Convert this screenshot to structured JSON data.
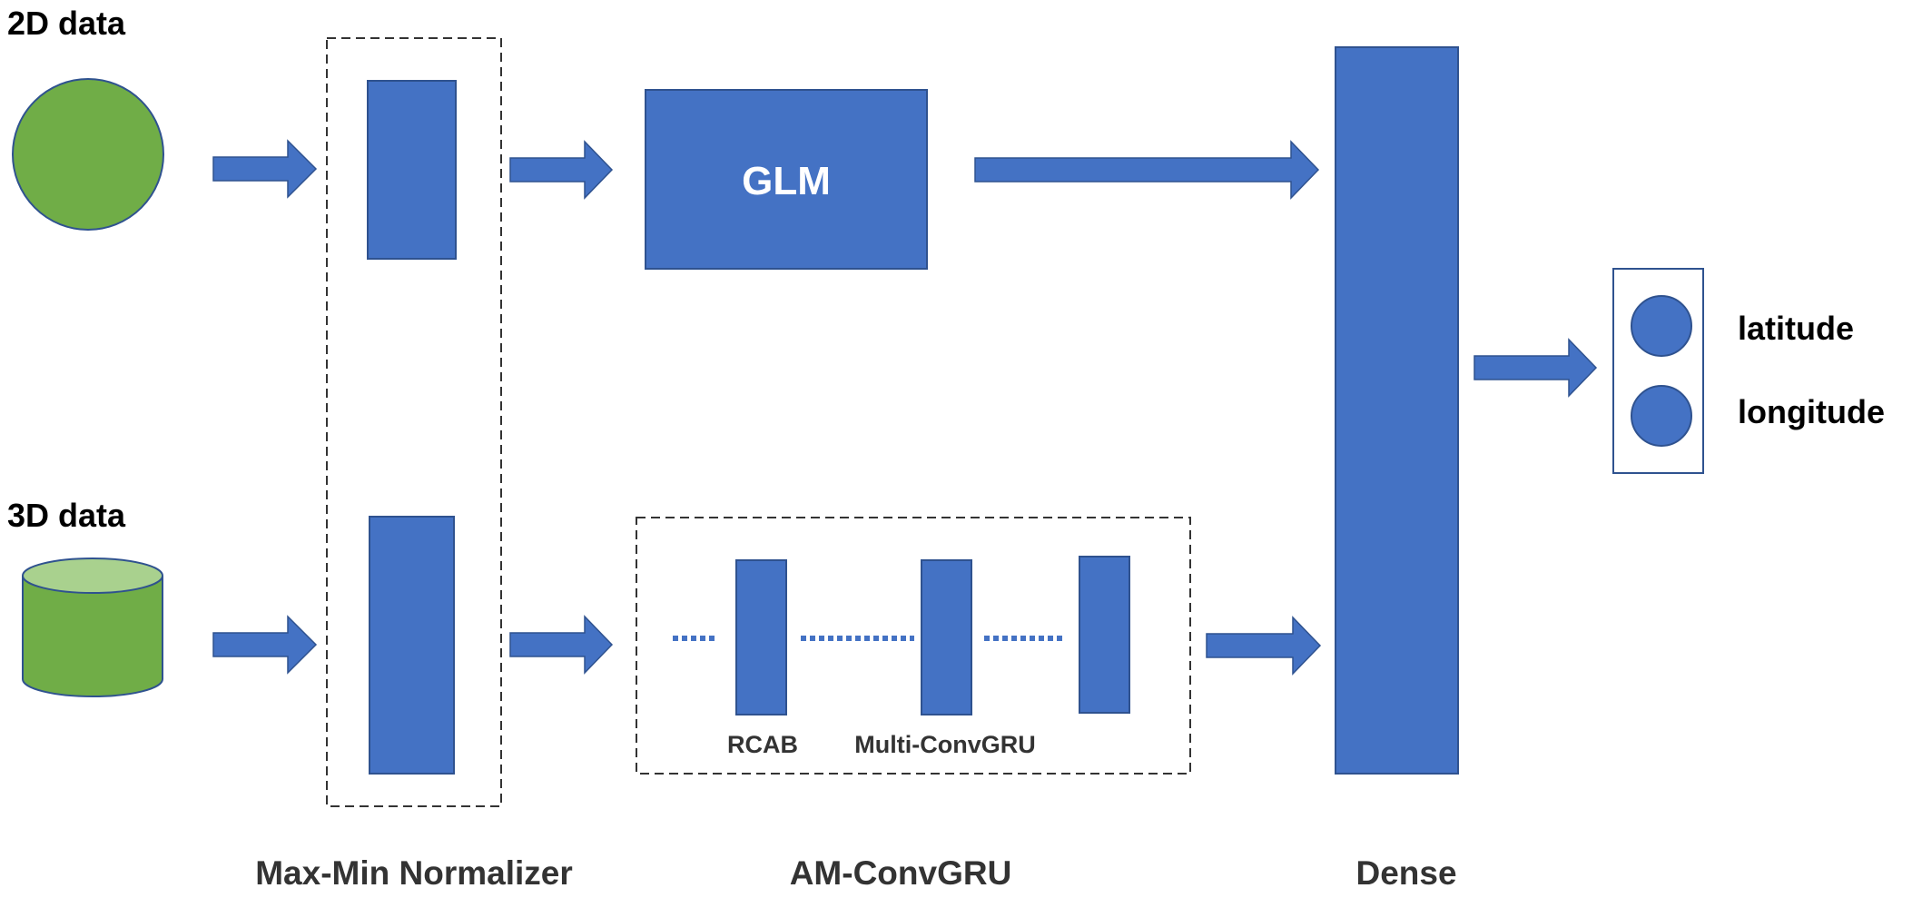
{
  "inputs": {
    "data_2d": "2D data",
    "data_3d": "3D data"
  },
  "blocks": {
    "glm": "GLM",
    "rcab": "RCAB",
    "multi_convgru": "Multi-ConvGRU"
  },
  "outputs": {
    "latitude": "latitude",
    "longitude": "longitude"
  },
  "stage_labels": {
    "normalizer": "Max-Min Normalizer",
    "am_convgru": "AM-ConvGRU",
    "dense": "Dense"
  },
  "colors": {
    "block_blue": "#4472C4",
    "block_stroke": "#2F528F",
    "input_green": "#70AD47",
    "cylinder_top": "#A9D18E",
    "dashed_border": "#333333"
  }
}
